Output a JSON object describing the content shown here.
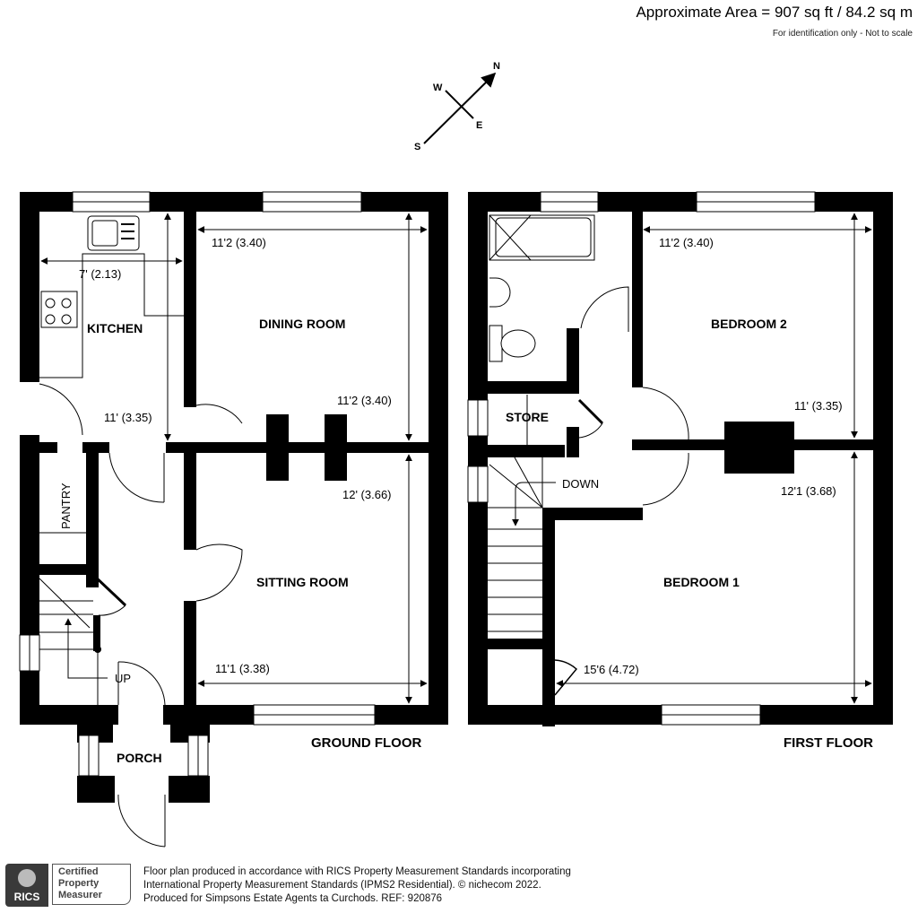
{
  "header": {
    "area": "Approximate Area = 907 sq ft / 84.2 sq m",
    "scale_note": "For identification only - Not to scale"
  },
  "compass": {
    "n": "N",
    "s": "S",
    "e": "E",
    "w": "W"
  },
  "ground_floor": {
    "label": "GROUND FLOOR",
    "rooms": {
      "kitchen": {
        "name": "KITCHEN",
        "width": "7' (2.13)",
        "length": "11' (3.35)"
      },
      "dining": {
        "name": "DINING ROOM",
        "width": "11'2 (3.40)",
        "length": "11'2 (3.40)"
      },
      "sitting": {
        "name": "SITTING ROOM",
        "width": "11'1 (3.38)",
        "length": "12' (3.66)"
      },
      "pantry": {
        "name": "PANTRY"
      },
      "porch": {
        "name": "PORCH"
      }
    },
    "stairs_label": "UP"
  },
  "first_floor": {
    "label": "FIRST FLOOR",
    "rooms": {
      "bedroom2": {
        "name": "BEDROOM 2",
        "width": "11'2 (3.40)",
        "length": "11' (3.35)"
      },
      "bedroom1": {
        "name": "BEDROOM 1",
        "width": "15'6 (4.72)",
        "length": "12'1 (3.68)"
      },
      "store": {
        "name": "STORE"
      }
    },
    "stairs_label": "DOWN"
  },
  "footer": {
    "badge_org": "RICS",
    "badge_lines": [
      "Certified",
      "Property",
      "Measurer"
    ],
    "lines": [
      "Floor plan produced in accordance with RICS Property Measurement Standards incorporating",
      "International Property Measurement Standards (IPMS2 Residential).   © nichecom 2022.",
      "Produced for Simpsons Estate Agents ta Curchods.   REF:  920876"
    ]
  }
}
